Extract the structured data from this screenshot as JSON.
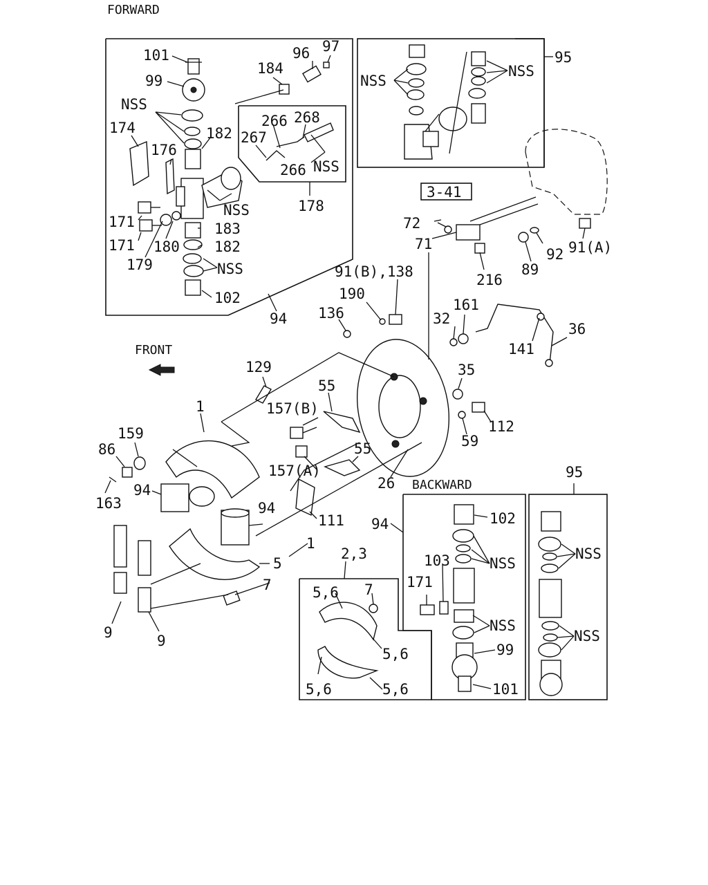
{
  "sections": {
    "forward": "FORWARD",
    "front": "FRONT",
    "backward": "BACKWARD"
  },
  "callouts": [
    {
      "id": "c1",
      "text": "101"
    },
    {
      "id": "c2",
      "text": "99"
    },
    {
      "id": "c3",
      "text": "NSS"
    },
    {
      "id": "c4",
      "text": "174"
    },
    {
      "id": "c5",
      "text": "176"
    },
    {
      "id": "c6",
      "text": "182"
    },
    {
      "id": "c7",
      "text": "96"
    },
    {
      "id": "c8",
      "text": "97"
    },
    {
      "id": "c9",
      "text": "184"
    },
    {
      "id": "c10",
      "text": "266"
    },
    {
      "id": "c11",
      "text": "268"
    },
    {
      "id": "c12",
      "text": "267"
    },
    {
      "id": "c13",
      "text": "266"
    },
    {
      "id": "c14",
      "text": "NSS"
    },
    {
      "id": "c15",
      "text": "178"
    },
    {
      "id": "c16",
      "text": "NSS"
    },
    {
      "id": "c17",
      "text": "171"
    },
    {
      "id": "c18",
      "text": "171"
    },
    {
      "id": "c19",
      "text": "183"
    },
    {
      "id": "c20",
      "text": "180"
    },
    {
      "id": "c21",
      "text": "182"
    },
    {
      "id": "c22",
      "text": "179"
    },
    {
      "id": "c23",
      "text": "NSS"
    },
    {
      "id": "c24",
      "text": "102"
    },
    {
      "id": "c25",
      "text": "94"
    },
    {
      "id": "c26",
      "text": "NSS"
    },
    {
      "id": "c27",
      "text": "NSS"
    },
    {
      "id": "c28",
      "text": "95"
    },
    {
      "id": "c29",
      "text": "3-41"
    },
    {
      "id": "c30",
      "text": "72"
    },
    {
      "id": "c31",
      "text": "71"
    },
    {
      "id": "c32",
      "text": "91(A)"
    },
    {
      "id": "c33",
      "text": "92"
    },
    {
      "id": "c34",
      "text": "89"
    },
    {
      "id": "c35",
      "text": "216"
    },
    {
      "id": "c36",
      "text": "91(B),138"
    },
    {
      "id": "c37",
      "text": "190"
    },
    {
      "id": "c38",
      "text": "136"
    },
    {
      "id": "c39",
      "text": "32"
    },
    {
      "id": "c40",
      "text": "161"
    },
    {
      "id": "c41",
      "text": "36"
    },
    {
      "id": "c42",
      "text": "141"
    },
    {
      "id": "c43",
      "text": "129"
    },
    {
      "id": "c44",
      "text": "55"
    },
    {
      "id": "c45",
      "text": "35"
    },
    {
      "id": "c46",
      "text": "1"
    },
    {
      "id": "c47",
      "text": "157(B)"
    },
    {
      "id": "c48",
      "text": "112"
    },
    {
      "id": "c49",
      "text": "159"
    },
    {
      "id": "c50",
      "text": "86"
    },
    {
      "id": "c51",
      "text": "55"
    },
    {
      "id": "c52",
      "text": "59"
    },
    {
      "id": "c53",
      "text": "157(A)"
    },
    {
      "id": "c54",
      "text": "163"
    },
    {
      "id": "c55",
      "text": "26"
    },
    {
      "id": "c56",
      "text": "94"
    },
    {
      "id": "c57",
      "text": "111"
    },
    {
      "id": "c58",
      "text": "94"
    },
    {
      "id": "c59",
      "text": "1"
    },
    {
      "id": "c60",
      "text": "5"
    },
    {
      "id": "c61",
      "text": "7"
    },
    {
      "id": "c62",
      "text": "9"
    },
    {
      "id": "c63",
      "text": "9"
    },
    {
      "id": "c64",
      "text": "2,3"
    },
    {
      "id": "c65",
      "text": "5,6"
    },
    {
      "id": "c66",
      "text": "7"
    },
    {
      "id": "c67",
      "text": "5,6"
    },
    {
      "id": "c68",
      "text": "5,6"
    },
    {
      "id": "c69",
      "text": "5,6"
    },
    {
      "id": "c70",
      "text": "94"
    },
    {
      "id": "c71",
      "text": "102"
    },
    {
      "id": "c72",
      "text": "103"
    },
    {
      "id": "c73",
      "text": "NSS"
    },
    {
      "id": "c74",
      "text": "171"
    },
    {
      "id": "c75",
      "text": "NSS"
    },
    {
      "id": "c76",
      "text": "99"
    },
    {
      "id": "c77",
      "text": "101"
    },
    {
      "id": "c78",
      "text": "95"
    },
    {
      "id": "c79",
      "text": "NSS"
    },
    {
      "id": "c80",
      "text": "NSS"
    }
  ]
}
